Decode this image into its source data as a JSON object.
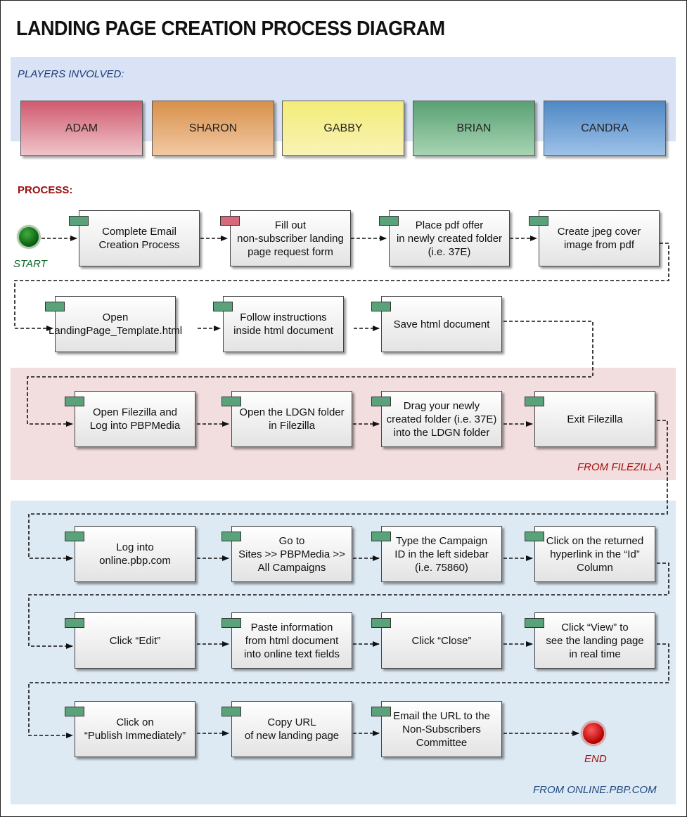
{
  "title": "LANDING PAGE CREATION PROCESS DIAGRAM",
  "players_label": "PLAYERS INVOLVED:",
  "players": [
    {
      "name": "ADAM"
    },
    {
      "name": "SHARON"
    },
    {
      "name": "GABBY"
    },
    {
      "name": "BRIAN"
    },
    {
      "name": "CANDRA"
    }
  ],
  "process_label": "PROCESS:",
  "start_label": "START",
  "end_label": "END",
  "section_labels": {
    "filezilla": "FROM FILEZILLA",
    "online": "FROM ONLINE.PBP.COM"
  },
  "colors": {
    "adam": "#d05a6e",
    "sharon": "#d8904a",
    "gabby": "#f3ec78",
    "brian": "#59a173",
    "candra": "#4f88c5"
  },
  "steps": [
    {
      "text": "Complete Email\nCreation Process",
      "owner": "brian"
    },
    {
      "text": "Fill out\nnon-subscriber landing\npage request form",
      "owner": "adam"
    },
    {
      "text": "Place pdf offer\nin newly created folder\n(i.e. 37E)",
      "owner": "brian"
    },
    {
      "text": "Create jpeg cover\nimage from pdf",
      "owner": "brian"
    },
    {
      "text": "Open\nLandingPage_Template.html",
      "owner": "brian"
    },
    {
      "text": "Follow instructions\ninside html document",
      "owner": "brian"
    },
    {
      "text": "Save html document",
      "owner": "brian"
    },
    {
      "text": "Open Filezilla and\nLog into PBPMedia",
      "owner": "brian"
    },
    {
      "text": "Open the LDGN folder\nin Filezilla",
      "owner": "brian"
    },
    {
      "text": "Drag your newly\ncreated folder (i.e. 37E)\ninto the LDGN folder",
      "owner": "brian"
    },
    {
      "text": "Exit Filezilla",
      "owner": "brian"
    },
    {
      "text": "Log into\nonline.pbp.com",
      "owner": "brian"
    },
    {
      "text": "Go to\nSites >> PBPMedia >>\nAll Campaigns",
      "owner": "brian"
    },
    {
      "text": "Type the Campaign\nID in the left sidebar\n(i.e. 75860)",
      "owner": "brian"
    },
    {
      "text": "Click on the returned\nhyperlink in the “Id”\nColumn",
      "owner": "brian"
    },
    {
      "text": "Click “Edit”",
      "owner": "brian"
    },
    {
      "text": "Paste information\nfrom html document\ninto online text fields",
      "owner": "brian"
    },
    {
      "text": "Click “Close”",
      "owner": "brian"
    },
    {
      "text": "Click “View” to\nsee the landing page\nin real time",
      "owner": "brian"
    },
    {
      "text": "Click on\n“Publish Immediately”",
      "owner": "brian"
    },
    {
      "text": "Copy URL\nof new landing page",
      "owner": "brian"
    },
    {
      "text": "Email the URL to the\nNon-Subscribers\nCommittee",
      "owner": "brian"
    }
  ]
}
